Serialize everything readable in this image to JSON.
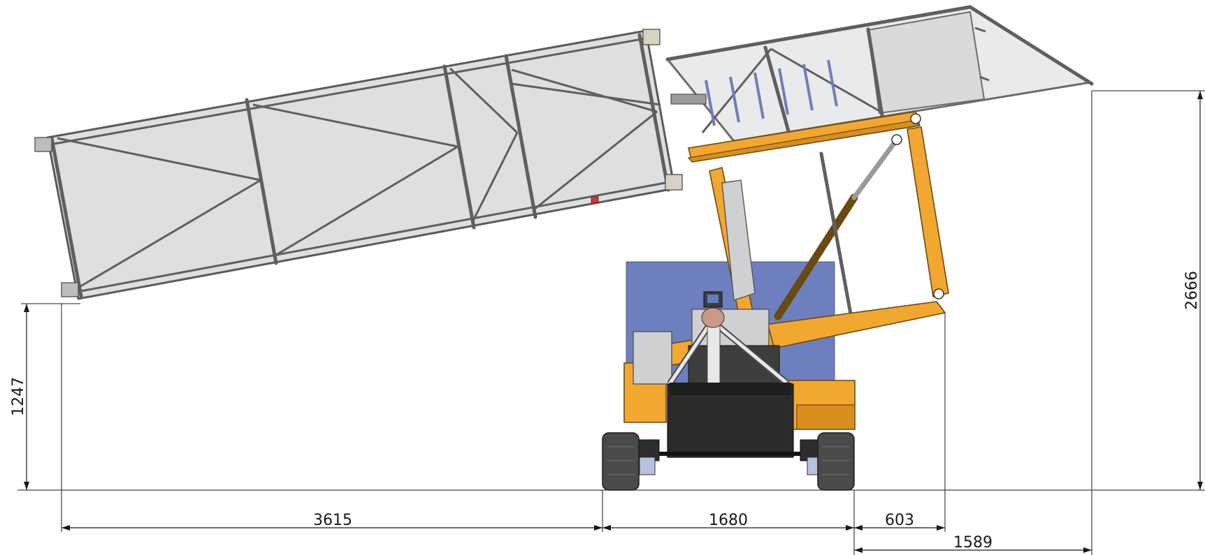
{
  "dimensions": {
    "width_left_overhang": "3615",
    "width_base": "1680",
    "width_right_short": "603",
    "width_right_long": "1589",
    "height_platform_low": "1247",
    "height_platform_high": "2666"
  },
  "colors": {
    "boom": "#f2a731",
    "frame": "#dedfe1",
    "panel_blue": "#6d7fbf",
    "chassis": "#2b2b2b",
    "dimension_lines": "#1a1a1a"
  }
}
